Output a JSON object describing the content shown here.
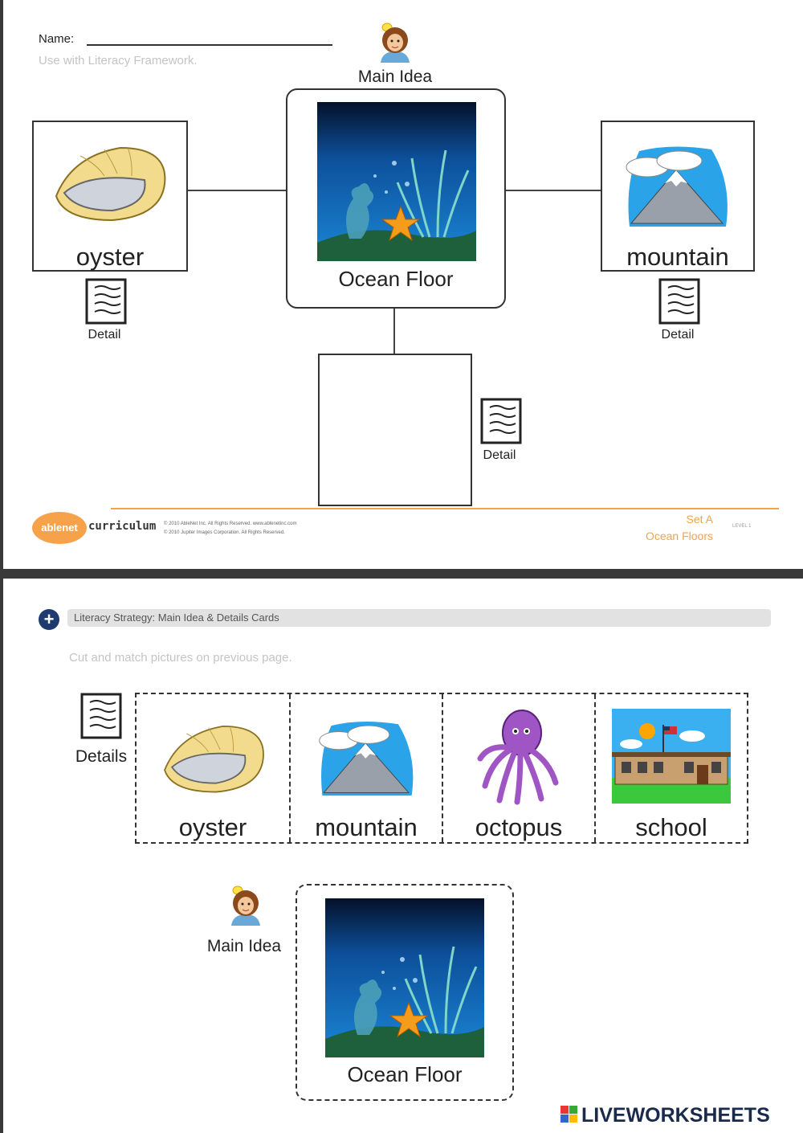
{
  "page1": {
    "name_label": "Name:",
    "subtitle": "Use with Literacy Framework.",
    "main_idea_label": "Main Idea",
    "center_card_label": "Ocean Floor",
    "left_card_label": "oyster",
    "right_card_label": "mountain",
    "detail_left": "Detail",
    "detail_right": "Detail",
    "detail_bottom": "Detail",
    "footer": {
      "logo_word1": "ablenet",
      "logo_word2": "curriculum",
      "copyright_line1": "© 2010 AbleNet Inc. All Rights Reserved. www.ablenetinc.com",
      "copyright_line2": "© 2010 Jupiter Images Corporation. All Rights Reserved.",
      "set_label": "Set A",
      "topic_label": "Ocean Floors",
      "level_label": "LEVEL 1"
    }
  },
  "page2": {
    "section_title": "Literacy Strategy: Main Idea & Details Cards",
    "instruction": "Cut and match pictures on previous page.",
    "details_label": "Details",
    "cards": [
      "oyster",
      "mountain",
      "octopus",
      "school"
    ],
    "main_idea_label": "Main Idea",
    "main_card_label": "Ocean Floor"
  },
  "watermark": "LIVEWORKSHEETS",
  "colors": {
    "orange": "#f6a24a",
    "navy": "#1e3a6e",
    "page_bg": "#3a3a3a"
  }
}
